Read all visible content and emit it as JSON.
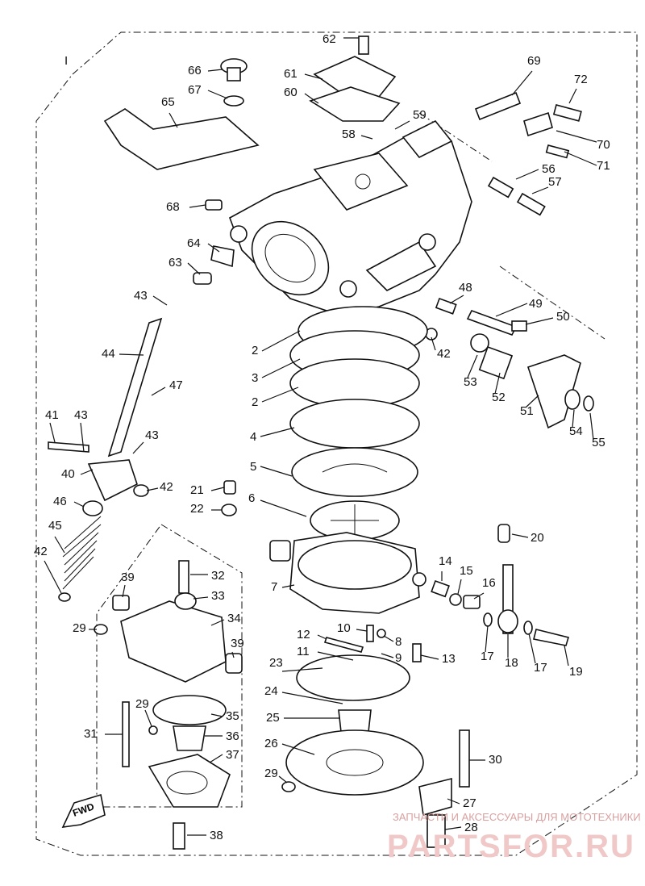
{
  "diagram": {
    "corner_mark": "I",
    "fwd_label": "FWD",
    "callouts": [
      {
        "id": "c62",
        "text": "62"
      },
      {
        "id": "c61",
        "text": "61"
      },
      {
        "id": "c60",
        "text": "60"
      },
      {
        "id": "c66",
        "text": "66"
      },
      {
        "id": "c67",
        "text": "67"
      },
      {
        "id": "c65",
        "text": "65"
      },
      {
        "id": "c59",
        "text": "59"
      },
      {
        "id": "c58",
        "text": "58"
      },
      {
        "id": "c69",
        "text": "69"
      },
      {
        "id": "c72",
        "text": "72"
      },
      {
        "id": "c70",
        "text": "70"
      },
      {
        "id": "c71",
        "text": "71"
      },
      {
        "id": "c56",
        "text": "56"
      },
      {
        "id": "c57",
        "text": "57"
      },
      {
        "id": "c68",
        "text": "68"
      },
      {
        "id": "c64",
        "text": "64"
      },
      {
        "id": "c63",
        "text": "63"
      },
      {
        "id": "c43a",
        "text": "43"
      },
      {
        "id": "c48",
        "text": "48"
      },
      {
        "id": "c49",
        "text": "49"
      },
      {
        "id": "c50",
        "text": "50"
      },
      {
        "id": "c2a",
        "text": "2"
      },
      {
        "id": "c42a",
        "text": "42"
      },
      {
        "id": "c44",
        "text": "44"
      },
      {
        "id": "c3",
        "text": "3"
      },
      {
        "id": "c53",
        "text": "53"
      },
      {
        "id": "c47",
        "text": "47"
      },
      {
        "id": "c2b",
        "text": "2"
      },
      {
        "id": "c52",
        "text": "52"
      },
      {
        "id": "c51",
        "text": "51"
      },
      {
        "id": "c54",
        "text": "54"
      },
      {
        "id": "c55",
        "text": "55"
      },
      {
        "id": "c41",
        "text": "41"
      },
      {
        "id": "c43b",
        "text": "43"
      },
      {
        "id": "c4",
        "text": "4"
      },
      {
        "id": "c43c",
        "text": "43"
      },
      {
        "id": "c5",
        "text": "5"
      },
      {
        "id": "c40",
        "text": "40"
      },
      {
        "id": "c42b",
        "text": "42"
      },
      {
        "id": "c21",
        "text": "21"
      },
      {
        "id": "c22",
        "text": "22"
      },
      {
        "id": "c46",
        "text": "46"
      },
      {
        "id": "c6",
        "text": "6"
      },
      {
        "id": "c20",
        "text": "20"
      },
      {
        "id": "c45",
        "text": "45"
      },
      {
        "id": "c42c",
        "text": "42"
      },
      {
        "id": "c14",
        "text": "14"
      },
      {
        "id": "c15",
        "text": "15"
      },
      {
        "id": "c16",
        "text": "16"
      },
      {
        "id": "c39a",
        "text": "39"
      },
      {
        "id": "c32",
        "text": "32"
      },
      {
        "id": "c7",
        "text": "7"
      },
      {
        "id": "c33",
        "text": "33"
      },
      {
        "id": "c34",
        "text": "34"
      },
      {
        "id": "c29a",
        "text": "29"
      },
      {
        "id": "c12",
        "text": "12"
      },
      {
        "id": "c10",
        "text": "10"
      },
      {
        "id": "c8",
        "text": "8"
      },
      {
        "id": "c39b",
        "text": "39"
      },
      {
        "id": "c11",
        "text": "11"
      },
      {
        "id": "c9",
        "text": "9"
      },
      {
        "id": "c13",
        "text": "13"
      },
      {
        "id": "c17a",
        "text": "17"
      },
      {
        "id": "c18",
        "text": "18"
      },
      {
        "id": "c17b",
        "text": "17"
      },
      {
        "id": "c19",
        "text": "19"
      },
      {
        "id": "c23",
        "text": "23"
      },
      {
        "id": "c24",
        "text": "24"
      },
      {
        "id": "c29b",
        "text": "29"
      },
      {
        "id": "c35",
        "text": "35"
      },
      {
        "id": "c25",
        "text": "25"
      },
      {
        "id": "c31",
        "text": "31"
      },
      {
        "id": "c36",
        "text": "36"
      },
      {
        "id": "c26",
        "text": "26"
      },
      {
        "id": "c37",
        "text": "37"
      },
      {
        "id": "c30",
        "text": "30"
      },
      {
        "id": "c29c",
        "text": "29"
      },
      {
        "id": "c27",
        "text": "27"
      },
      {
        "id": "c28",
        "text": "28"
      },
      {
        "id": "c38",
        "text": "38"
      }
    ]
  },
  "watermark": {
    "line1": "ЗАПЧАСТИ И АКСЕССУАРЫ ДЛЯ МОТОТЕХНИКИ",
    "line2": "PARTSFOR.RU"
  }
}
